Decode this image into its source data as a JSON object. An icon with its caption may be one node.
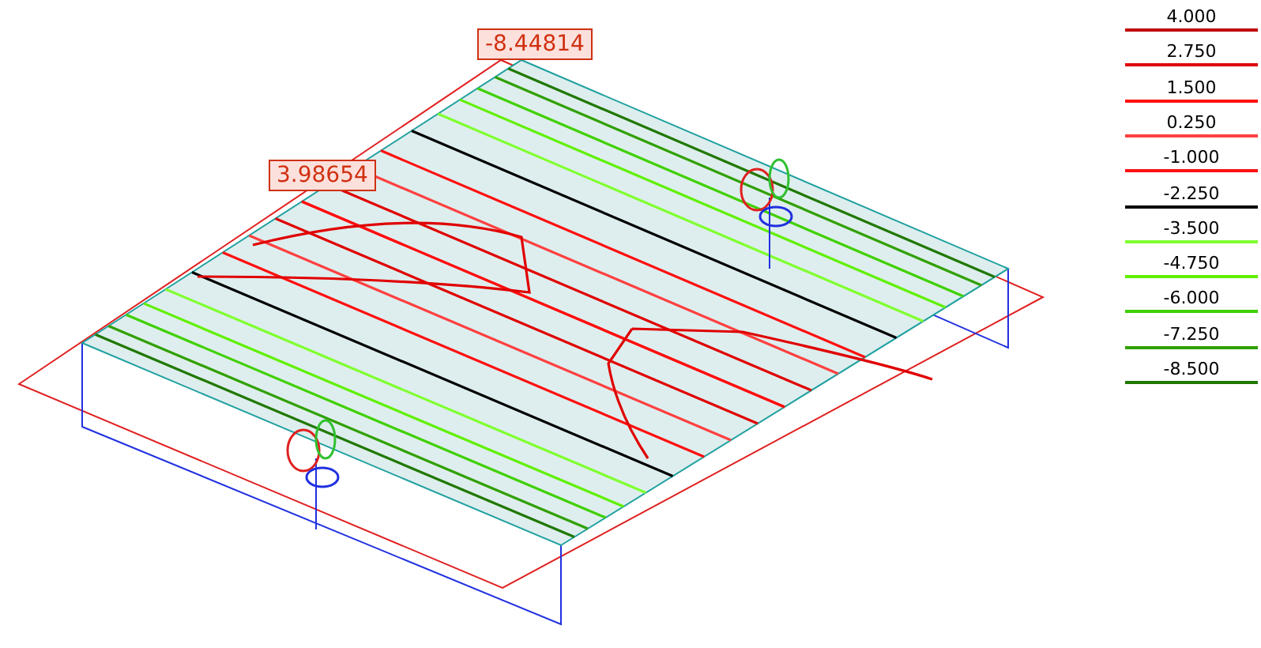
{
  "diagram": {
    "labels": [
      "-8.44814",
      "3.98654"
    ],
    "legend": [
      {
        "text": "4.000",
        "color": "#c00000"
      },
      {
        "text": "2.750",
        "color": "#e00000"
      },
      {
        "text": "1.500",
        "color": "#ff1010"
      },
      {
        "text": "0.250",
        "color": "#ff4040"
      },
      {
        "text": "-1.000",
        "color": "#ff1010"
      },
      {
        "text": "-2.250",
        "color": "#000000"
      },
      {
        "text": "-3.500",
        "color": "#80ff30"
      },
      {
        "text": "-4.750",
        "color": "#60f000"
      },
      {
        "text": "-6.000",
        "color": "#40d000"
      },
      {
        "text": "-7.250",
        "color": "#30a000"
      },
      {
        "text": "-8.500",
        "color": "#207800"
      }
    ]
  }
}
